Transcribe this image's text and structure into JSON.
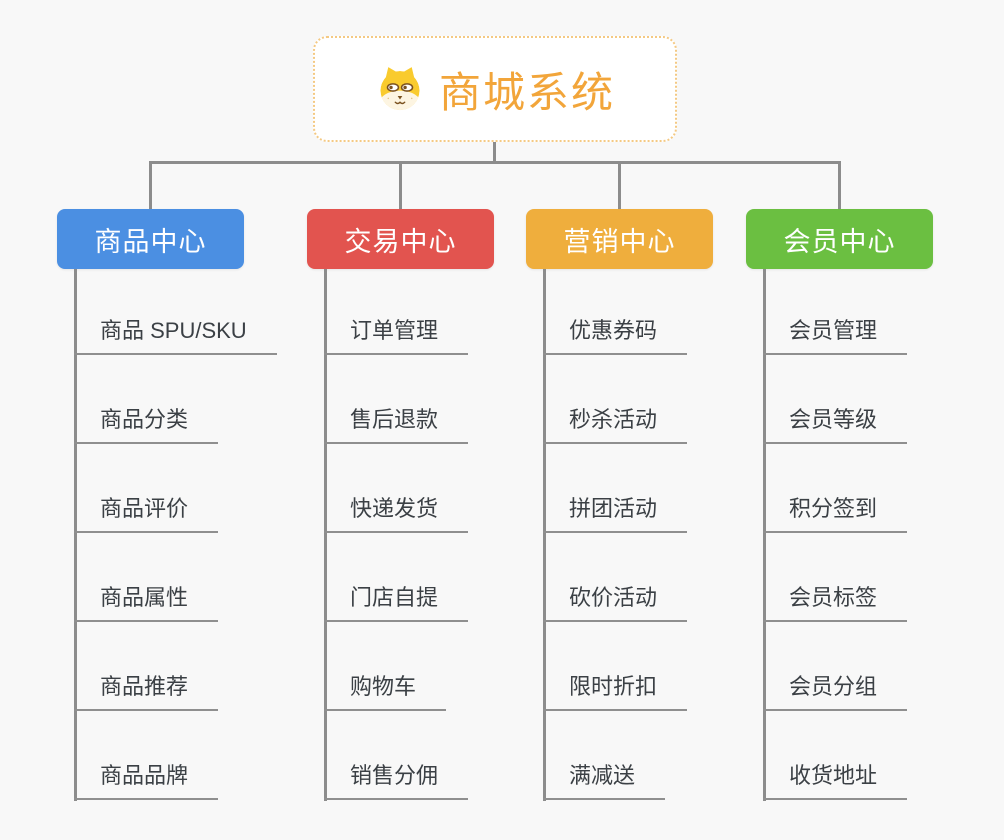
{
  "root": {
    "title": "商城系统",
    "icon": "dog-face-icon"
  },
  "colors": {
    "root_text_orange": "#f2a53a",
    "root_border_orange": "#f4c983",
    "connector_gray": "#8c8c8c",
    "child_text": "#3b4045",
    "background": "#f8f8f8"
  },
  "branches": [
    {
      "label": "商品中心",
      "color": "#4b8fe2",
      "children": [
        "商品 SPU/SKU",
        "商品分类",
        "商品评价",
        "商品属性",
        "商品推荐",
        "商品品牌"
      ]
    },
    {
      "label": "交易中心",
      "color": "#e2544f",
      "children": [
        "订单管理",
        "售后退款",
        "快递发货",
        "门店自提",
        "购物车",
        "销售分佣"
      ]
    },
    {
      "label": "营销中心",
      "color": "#efae3d",
      "children": [
        "优惠券码",
        "秒杀活动",
        "拼团活动",
        "砍价活动",
        "限时折扣",
        "满减送"
      ]
    },
    {
      "label": "会员中心",
      "color": "#6bbf41",
      "children": [
        "会员管理",
        "会员等级",
        "积分签到",
        "会员标签",
        "会员分组",
        "收货地址"
      ]
    }
  ]
}
